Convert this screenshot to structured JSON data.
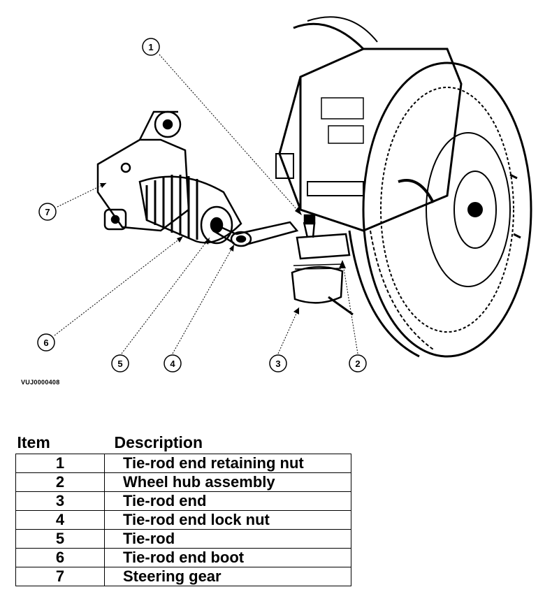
{
  "diagram": {
    "reference_code": "VUJ0000408",
    "callouts": [
      {
        "label": "1"
      },
      {
        "label": "2"
      },
      {
        "label": "3"
      },
      {
        "label": "4"
      },
      {
        "label": "5"
      },
      {
        "label": "6"
      },
      {
        "label": "7"
      }
    ]
  },
  "table": {
    "headers": {
      "item": "Item",
      "description": "Description"
    },
    "rows": [
      {
        "item": "1",
        "description": "Tie-rod end retaining nut"
      },
      {
        "item": "2",
        "description": "Wheel hub assembly"
      },
      {
        "item": "3",
        "description": "Tie-rod end"
      },
      {
        "item": "4",
        "description": "Tie-rod end lock nut"
      },
      {
        "item": "5",
        "description": "Tie-rod"
      },
      {
        "item": "6",
        "description": "Tie-rod end boot"
      },
      {
        "item": "7",
        "description": "Steering gear"
      }
    ]
  }
}
